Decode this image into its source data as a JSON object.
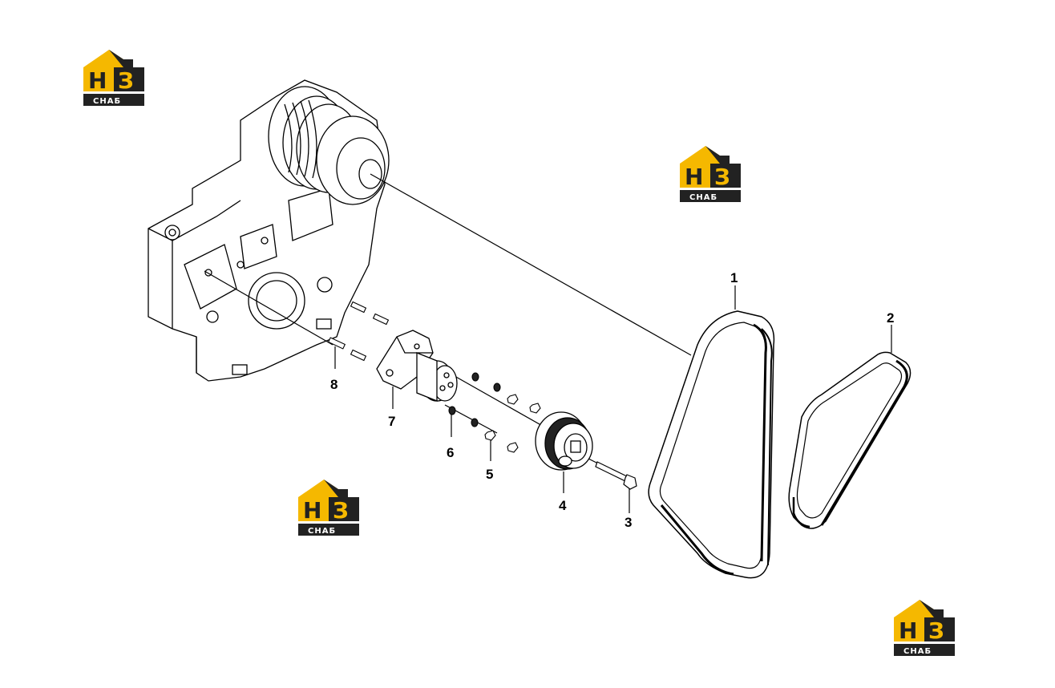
{
  "logo": {
    "letters_h": "Н",
    "letters_3": "З",
    "caption": "СНАБ",
    "color_yellow": "#f5b800",
    "color_dark": "#222222"
  },
  "callouts": {
    "p1": "1",
    "p2": "2",
    "p3": "3",
    "p4": "4",
    "p5": "5",
    "p6": "6",
    "p7": "7",
    "p8": "8"
  }
}
